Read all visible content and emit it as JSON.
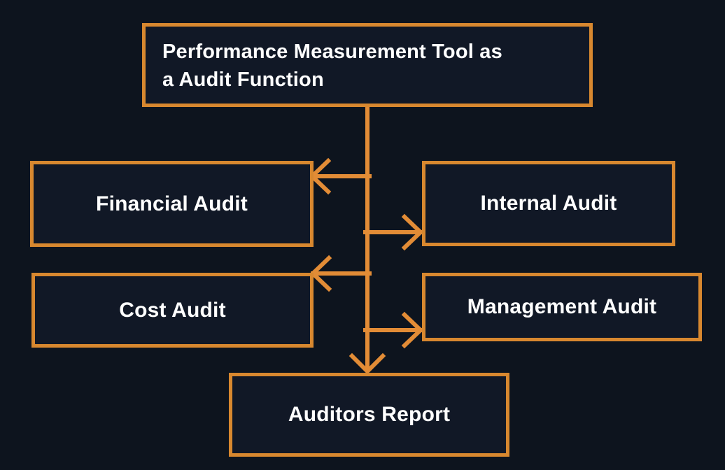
{
  "diagram": {
    "title": "Performance Measurement Tool as a Audit Function",
    "nodes": {
      "root": {
        "label": "Performance Measurement Tool as\na Audit Function"
      },
      "financial": {
        "label": "Financial Audit"
      },
      "internal": {
        "label": "Internal Audit"
      },
      "cost": {
        "label": "Cost Audit"
      },
      "management": {
        "label": "Management Audit"
      },
      "report": {
        "label": "Auditors Report"
      }
    },
    "edges": [
      {
        "from": "root",
        "to": "financial"
      },
      {
        "from": "root",
        "to": "internal"
      },
      {
        "from": "root",
        "to": "cost"
      },
      {
        "from": "root",
        "to": "management"
      },
      {
        "from": "root",
        "to": "report"
      }
    ],
    "colors": {
      "background": "#0d141e",
      "node_background": "#111826",
      "border": "#d8882f",
      "connector": "#e28c36",
      "text": "#ffffff"
    }
  }
}
